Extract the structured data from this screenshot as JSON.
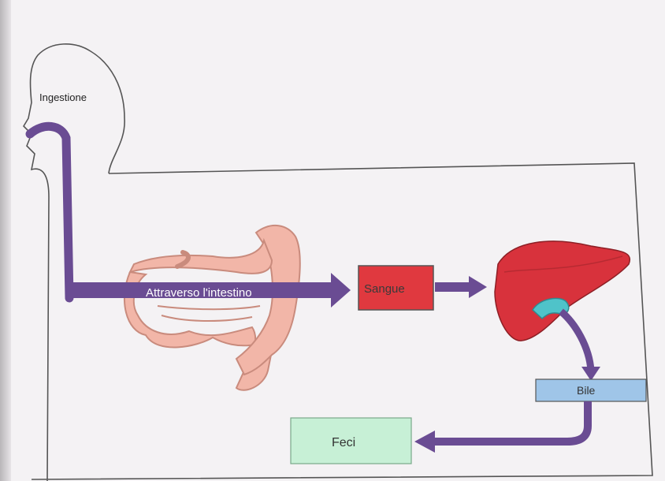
{
  "labels": {
    "ingestion": "Ingestione",
    "intestine": "Attraverso l'intestino",
    "blood": "Sangue",
    "bile": "Bile",
    "feces": "Feci"
  },
  "colors": {
    "pathway": "#6a4c93",
    "blood_box": "#e0393f",
    "bile_box": "#9fc5e8",
    "feces_box": "#c7f0d6",
    "liver": "#d8323c",
    "gallbladder": "#4fc3c9",
    "intestine": "#f2b6a8",
    "outline": "#555555"
  },
  "icons": [
    "head-silhouette-icon",
    "intestine-icon",
    "liver-icon",
    "gallbladder-icon"
  ]
}
